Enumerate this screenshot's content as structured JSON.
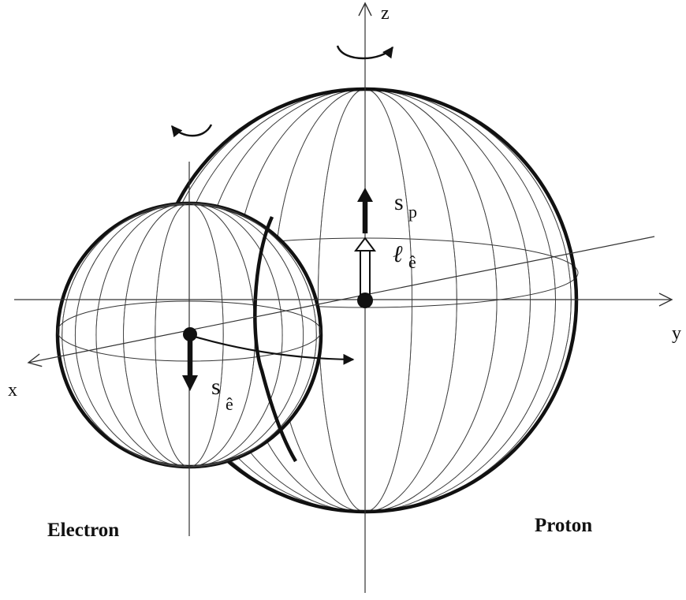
{
  "axes": {
    "x": "x",
    "y": "y",
    "z": "z"
  },
  "labels": {
    "electron": "Electron",
    "proton": "Proton",
    "spin_proton_main": "s",
    "spin_proton_sub": "p",
    "orbital_main": "ℓ",
    "orbital_sub": "ê",
    "spin_electron_main": "s",
    "spin_electron_sub": "ê"
  },
  "colors": {
    "ink": "#111111",
    "line": "#444444",
    "background": "#ffffff"
  }
}
